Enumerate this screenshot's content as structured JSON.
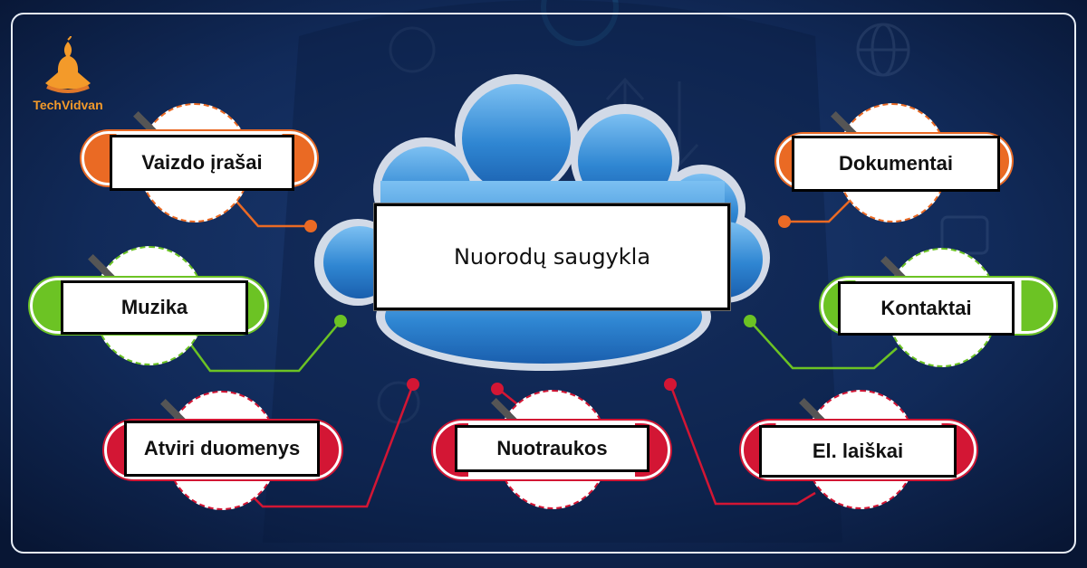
{
  "brand": {
    "name": "TechVidvan",
    "color": "#f39a2a"
  },
  "center": {
    "title": "Nuorodų saugykla"
  },
  "colors": {
    "orange": "#ea6a24",
    "green": "#6cc324",
    "red": "#d31634",
    "background": "#0b1f45",
    "cloud": "#3b8fd6"
  },
  "nodes": [
    {
      "id": "vaizdo",
      "label": "Vaizdo įrašai",
      "color": "orange"
    },
    {
      "id": "dokumentai",
      "label": "Dokumentai",
      "color": "orange"
    },
    {
      "id": "muzika",
      "label": "Muzika",
      "color": "green"
    },
    {
      "id": "kontaktai",
      "label": "Kontaktai",
      "color": "green"
    },
    {
      "id": "atviri",
      "label": "Atviri duomenys",
      "color": "red"
    },
    {
      "id": "nuotraukos",
      "label": "Nuotraukos",
      "color": "red"
    },
    {
      "id": "laiskai",
      "label": "El. laiškai",
      "color": "red"
    }
  ]
}
